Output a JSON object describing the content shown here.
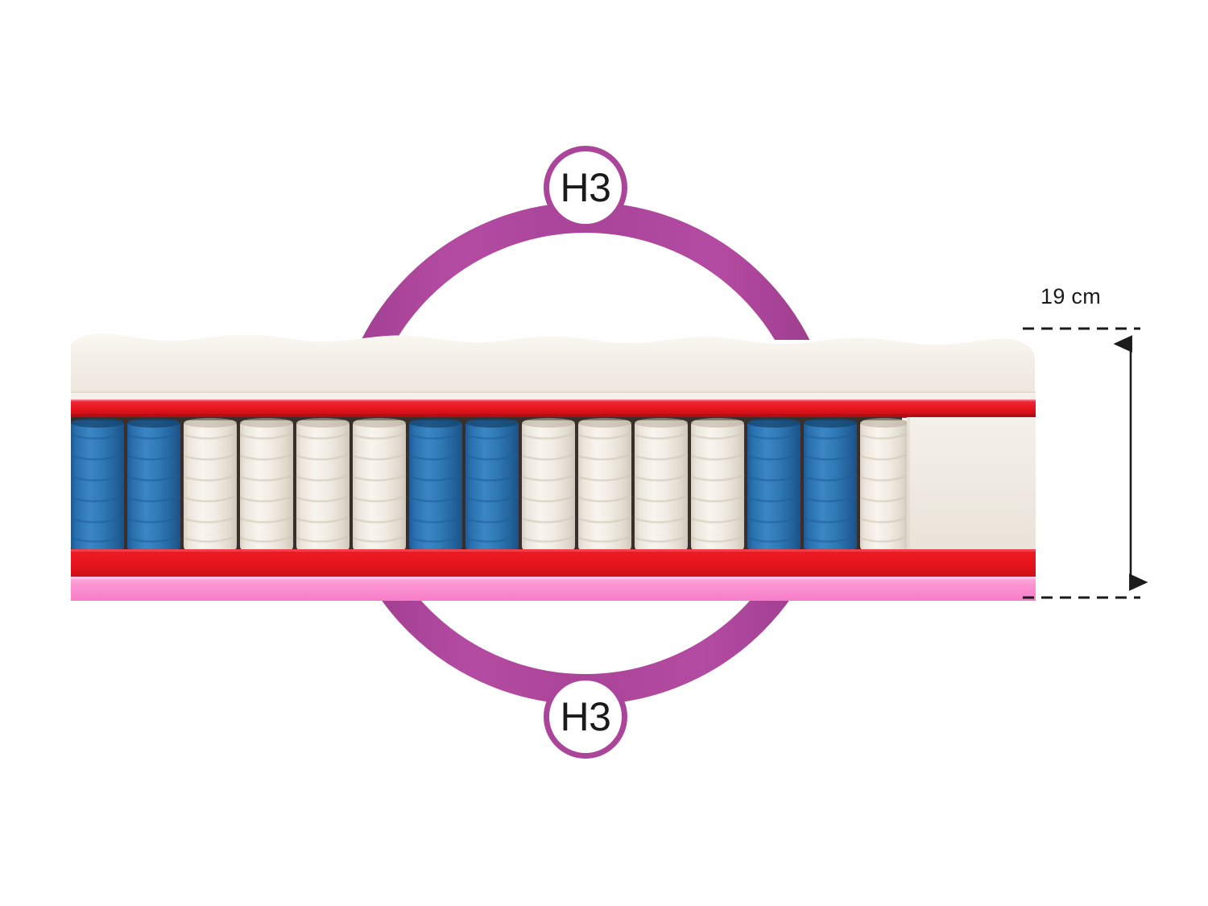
{
  "product": {
    "type": "mattress-cross-section",
    "firmness_badge_top": "H3",
    "firmness_badge_bottom": "H3",
    "height_label": "19 cm"
  },
  "colors": {
    "ring": "#ab4599",
    "badge_border": "#ab4599",
    "badge_text": "#1a1a1a",
    "cover_top": "#f4efe9",
    "cover_quilt": "#f7f3ee",
    "foam_red": "#e21b24",
    "foam_red_dark": "#c8161d",
    "base_pink": "#f98fd0",
    "spring_blue": "#2a72b0",
    "spring_blue_dark": "#1e5c94",
    "spring_white": "#efeae2",
    "spring_white_dark": "#ddd6cb",
    "edge_foam": "#f1ece4",
    "cavity_dark": "#2a2220",
    "dimension_line": "#1b1b1b",
    "background": "#ffffff"
  },
  "layers": [
    {
      "name": "quilted-top-cover",
      "color": "#f4efe9"
    },
    {
      "name": "comfort-foam-upper",
      "color": "#f7f3ee"
    },
    {
      "name": "red-foam-top",
      "color": "#e21b24"
    },
    {
      "name": "pocket-spring-core",
      "color": "mixed"
    },
    {
      "name": "red-foam-bottom",
      "color": "#e21b24"
    },
    {
      "name": "pink-base-layer",
      "color": "#f98fd0"
    }
  ],
  "springs": {
    "count": 15,
    "sequence": [
      "blue",
      "blue",
      "white",
      "white",
      "white",
      "white",
      "blue",
      "blue",
      "white",
      "white",
      "white",
      "white",
      "blue",
      "blue",
      "white"
    ]
  },
  "edge_support": {
    "name": "edge-support-foam-block",
    "color": "#f1ece4"
  }
}
